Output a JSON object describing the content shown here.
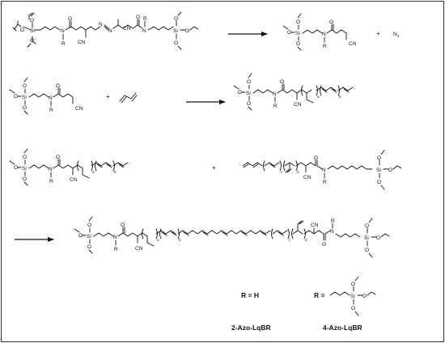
{
  "atoms": {
    "o": "O",
    "si": "Si",
    "n": "N",
    "r": "R",
    "cn": "CN",
    "n2": "N",
    "n2_sub": "2",
    "h": "H"
  },
  "subscripts": {
    "a": "a",
    "b": "b",
    "c": "c",
    "d": "d"
  },
  "operators": {
    "plus": "+",
    "dot": "."
  },
  "legend": {
    "r_equals": "R =",
    "r_equals_h": "R = H",
    "compound_1": "2-Azo-LqBR",
    "compound_2": "4-Azo-LqBR"
  },
  "colors": {
    "ink": "#111111",
    "frame": "#333333",
    "background": "#ffffff"
  }
}
